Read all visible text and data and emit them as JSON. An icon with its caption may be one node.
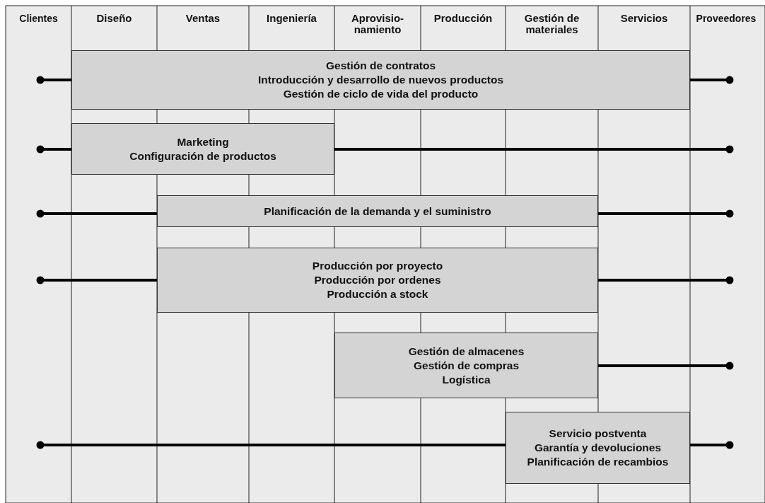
{
  "diagram": {
    "nodes": [
      {
        "text": [
          "Clientes"
        ]
      },
      {
        "text": [
          "Diseño"
        ]
      },
      {
        "text": [
          "Ventas"
        ]
      },
      {
        "text": [
          "Ingeniería"
        ]
      },
      {
        "text": [
          "Aprovisio- namiento"
        ]
      },
      {
        "text": [
          "Producción"
        ]
      },
      {
        "text": [
          "Gestión de materiales"
        ]
      },
      {
        "text": [
          "Servicios"
        ]
      },
      {
        "text": [
          "Proveedores"
        ]
      },
      {
        "text": [
          "Gestión de contratos",
          "Introducción y desarrollo de nuevos productos",
          "Gestión de ciclo de vida del producto"
        ]
      },
      {
        "text": [
          "Marketing",
          "Configuración de productos"
        ]
      },
      {
        "text": [
          "Planificación de la demanda y el suministro"
        ]
      },
      {
        "text": [
          "Producción por proyecto",
          "Producción por ordenes",
          "Producción a stock"
        ]
      },
      {
        "text": [
          "Gestión de almacenes",
          "Gestión de compras",
          "Logística"
        ]
      },
      {
        "text": [
          "Servicio postventa",
          "Garantía y devoluciones",
          "Planificación de recambios"
        ]
      }
    ],
    "edges": [
      {
        "from": null,
        "to": 9,
        "arrow": "other"
      },
      {
        "from": 9,
        "to": null,
        "arrow": "other"
      },
      {
        "from": null,
        "to": 10,
        "arrow": "other"
      },
      {
        "from": 10,
        "to": null,
        "arrow": "other"
      },
      {
        "from": null,
        "to": 11,
        "arrow": "other"
      },
      {
        "from": 11,
        "to": null,
        "arrow": "other"
      },
      {
        "from": null,
        "to": 12,
        "arrow": "other"
      },
      {
        "from": 12,
        "to": null,
        "arrow": "other"
      },
      {
        "from": 13,
        "to": null,
        "arrow": "other"
      },
      {
        "from": null,
        "to": 14,
        "arrow": "other"
      },
      {
        "from": 14,
        "to": null,
        "arrow": "other"
      }
    ]
  }
}
